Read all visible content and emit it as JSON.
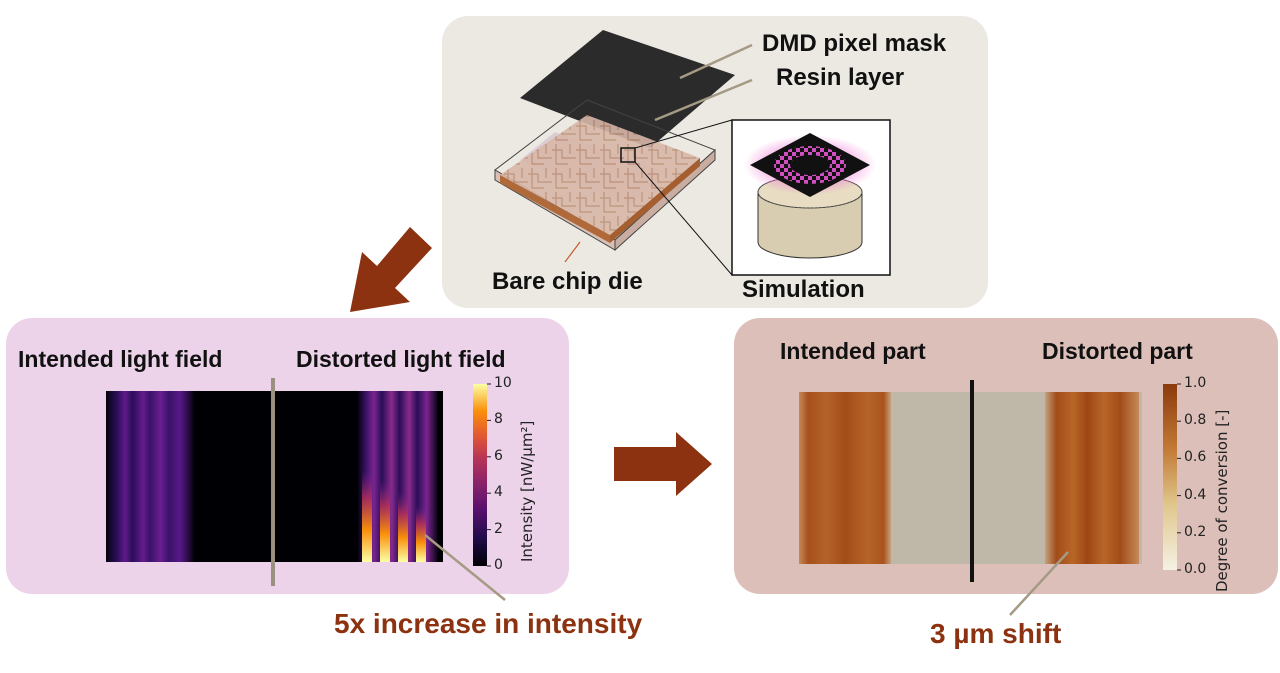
{
  "top_panel": {
    "labels": {
      "dmd_mask": "DMD pixel mask",
      "resin": "Resin layer",
      "bare_chip": "Bare chip die",
      "simulation": "Simulation"
    }
  },
  "left_panel": {
    "title_left": "Intended light field",
    "title_right": "Distorted light field",
    "colorbar": {
      "title": "Intensity [nW/µm²]",
      "ticks": [
        "0",
        "2",
        "4",
        "6",
        "8",
        "10"
      ]
    },
    "callout": "5x increase in intensity"
  },
  "right_panel": {
    "title_left": "Intended part",
    "title_right": "Distorted part",
    "colorbar": {
      "title": "Degree of conversion [-]",
      "ticks": [
        "0.0",
        "0.2",
        "0.4",
        "0.6",
        "0.8",
        "1.0"
      ]
    },
    "callout": "3 µm shift"
  },
  "colors": {
    "arrow": "#8c3210",
    "top_panel_bg": "#ebe9e2",
    "left_panel_bg": "#ecd3ea",
    "right_panel_bg": "#ddbfb9"
  }
}
